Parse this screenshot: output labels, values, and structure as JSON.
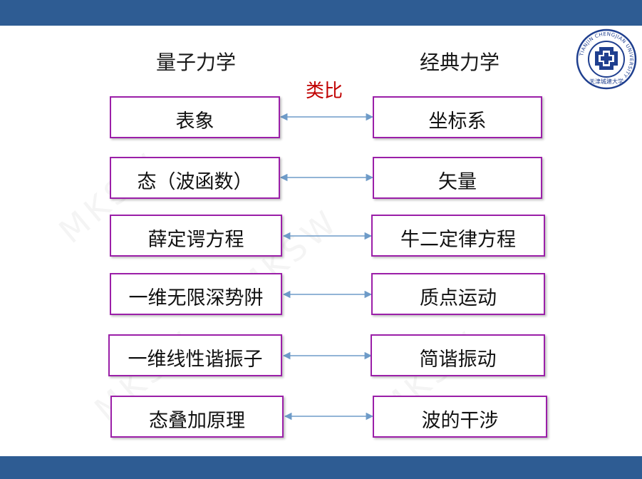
{
  "headings": {
    "left": "量子力学",
    "right": "经典力学"
  },
  "analogy_label": "类比",
  "rows": [
    {
      "left": "表象",
      "right": "坐标系"
    },
    {
      "left": "态（波函数）",
      "right": "矢量"
    },
    {
      "left": "薛定谔方程",
      "right": "牛二定律方程"
    },
    {
      "left": "一维无限深势阱",
      "right": "质点运动"
    },
    {
      "left": "一维线性谐振子",
      "right": "简谐振动"
    },
    {
      "left": "态叠加原理",
      "right": "波的干涉"
    }
  ],
  "logo": {
    "ring_text": "TIANJIN CHENGJIAN UNIVERSITY",
    "script_text": "天津城建大学",
    "color": "#1f3f8f"
  },
  "watermark_text": "MKSW",
  "colors": {
    "bar": "#2e5c93",
    "box_border": "#9b1fa8",
    "analogy": "#c00000",
    "arrow": "#6e9bc8"
  }
}
